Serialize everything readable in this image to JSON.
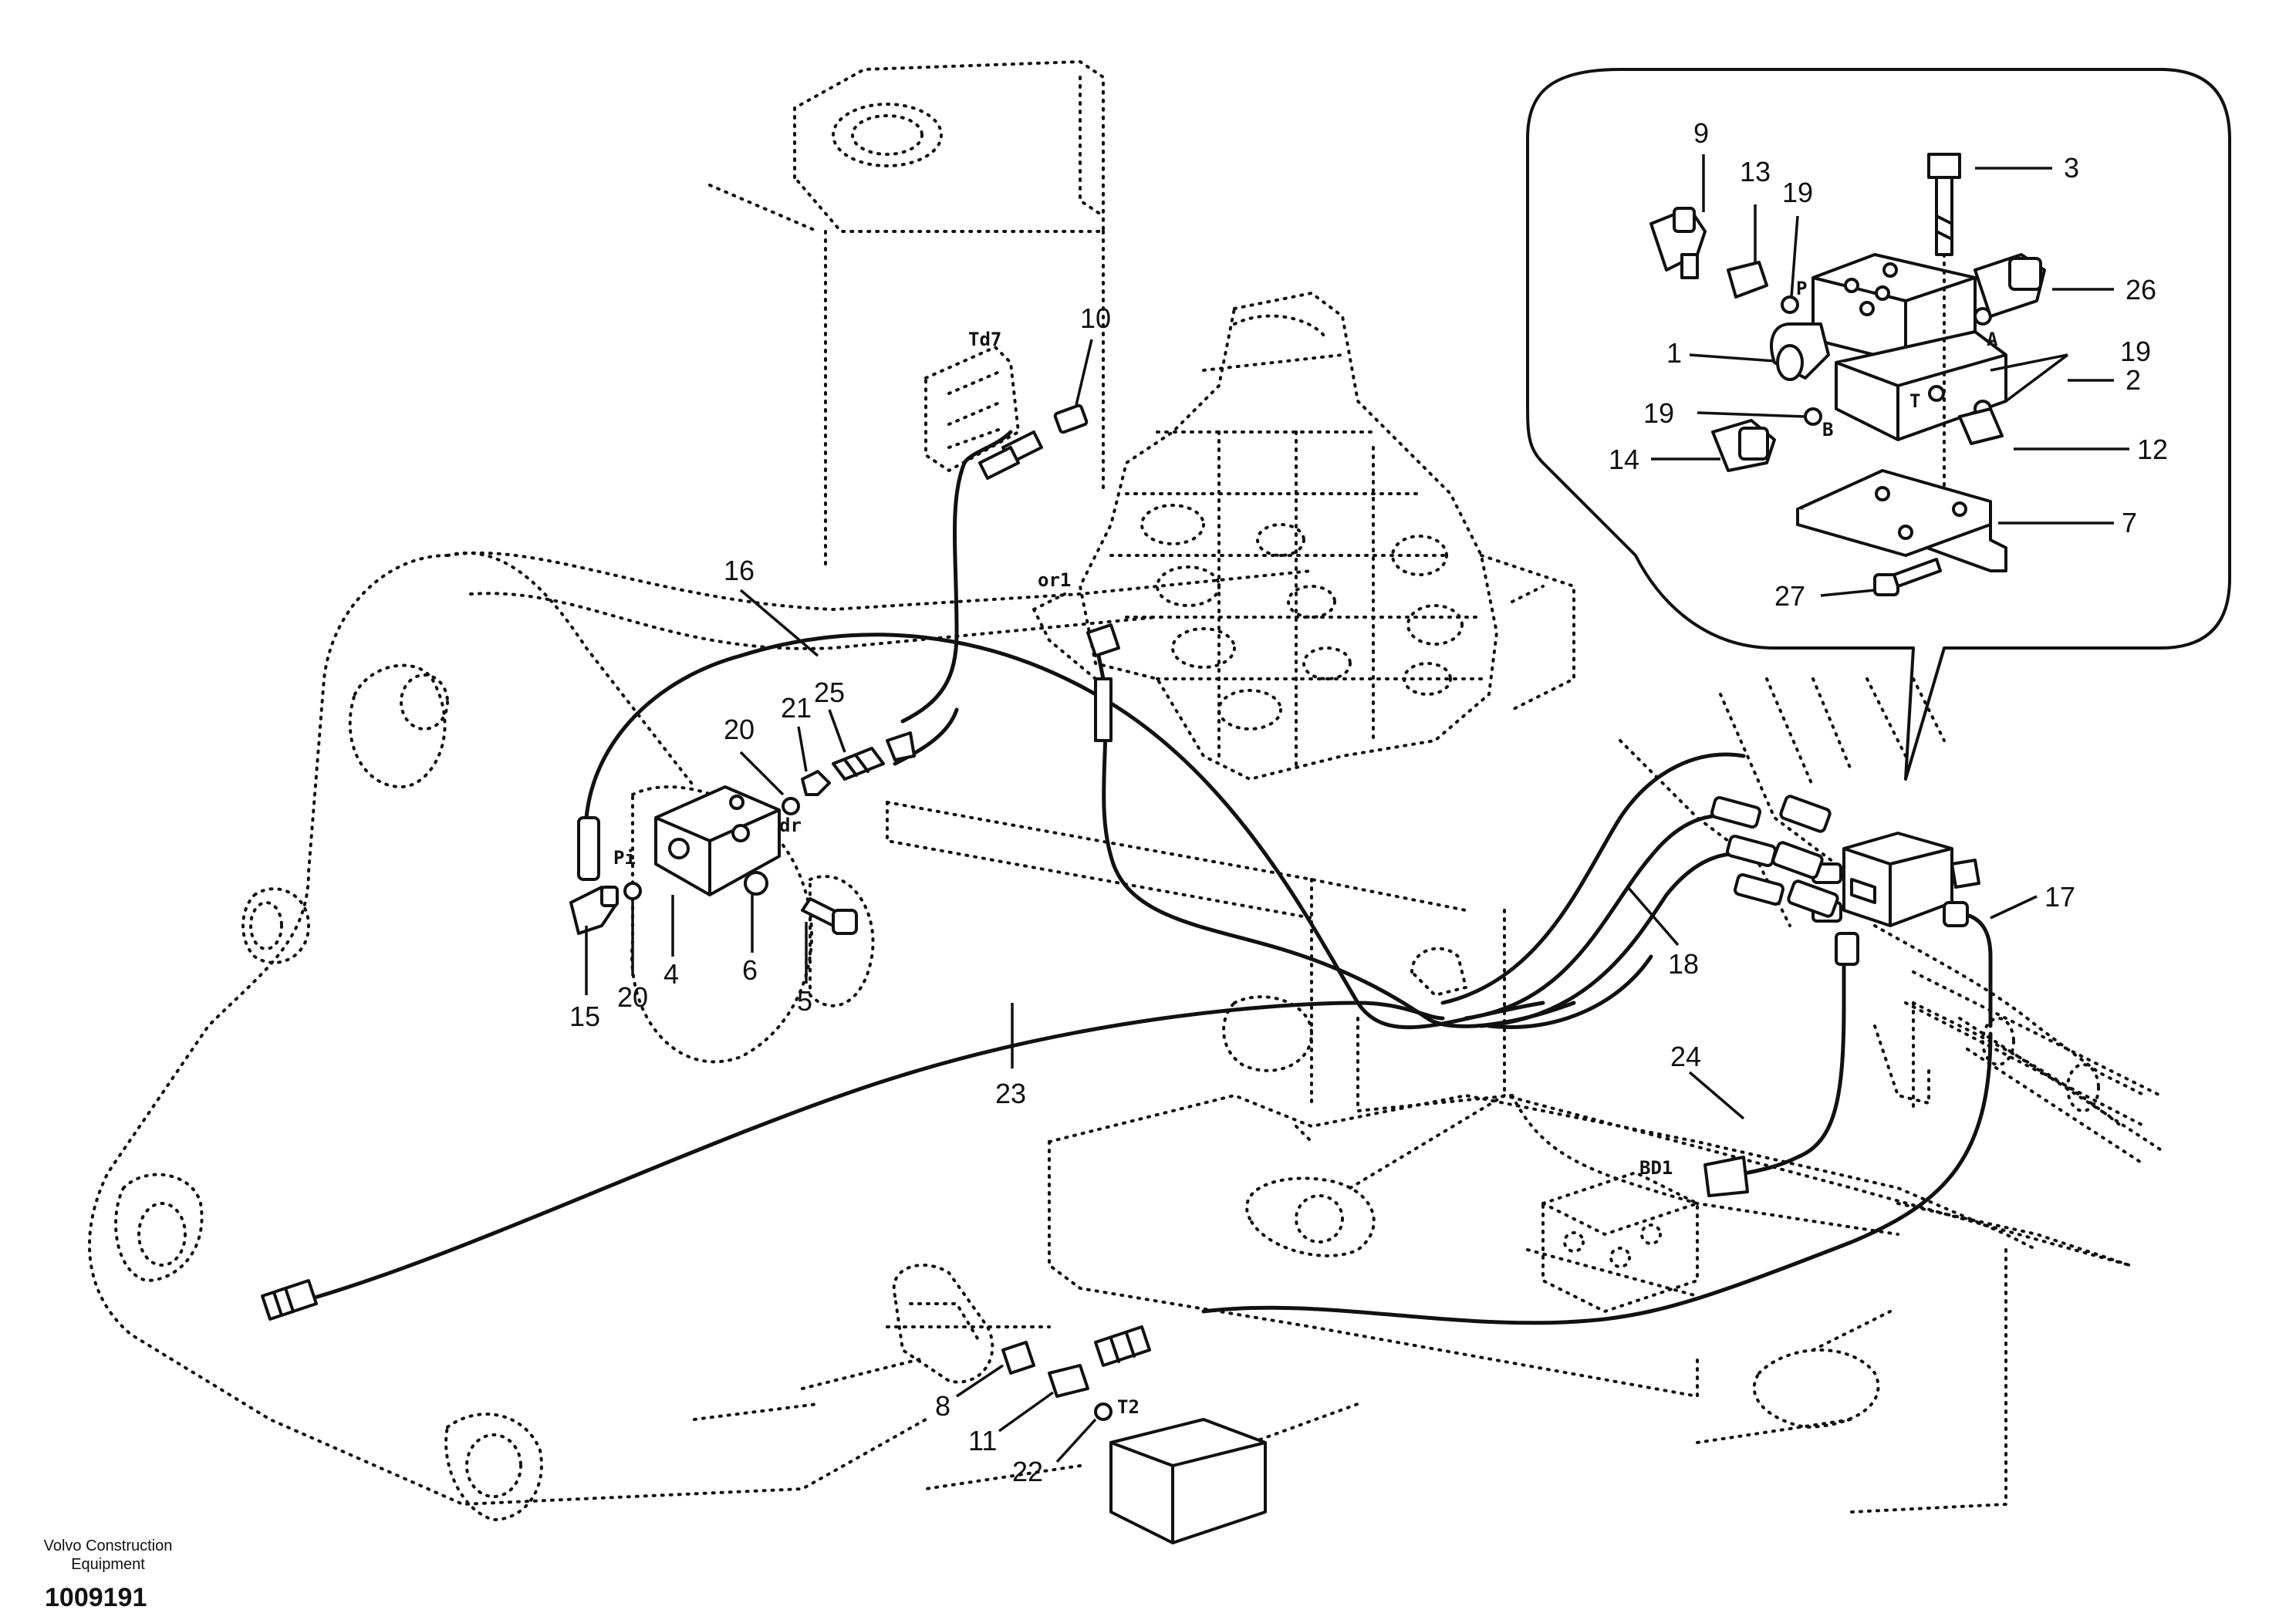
{
  "diagram": {
    "callouts": {
      "c1": "1",
      "c2": "2",
      "c3": "3",
      "c4": "4",
      "c5": "5",
      "c6": "6",
      "c7": "7",
      "c8": "8",
      "c9": "9",
      "c10": "10",
      "c11": "11",
      "c12": "12",
      "c13": "13",
      "c14": "14",
      "c15": "15",
      "c16": "16",
      "c17": "17",
      "c18": "18",
      "c19a": "19",
      "c19b": "19",
      "c19c": "19",
      "c20a": "20",
      "c20b": "20",
      "c21": "21",
      "c22": "22",
      "c23": "23",
      "c24": "24",
      "c25": "25",
      "c26": "26",
      "c27": "27"
    },
    "ports": {
      "td7": "Td7",
      "or1": "or1",
      "dr": "dr",
      "pi": "Pi",
      "bd1": "BD1",
      "t2": "T2",
      "p": "P",
      "a": "A",
      "b": "B",
      "t": "T"
    }
  },
  "footer": {
    "brand_line1": "Volvo Construction",
    "brand_line2": "Equipment",
    "drawing_number": "1009191"
  }
}
